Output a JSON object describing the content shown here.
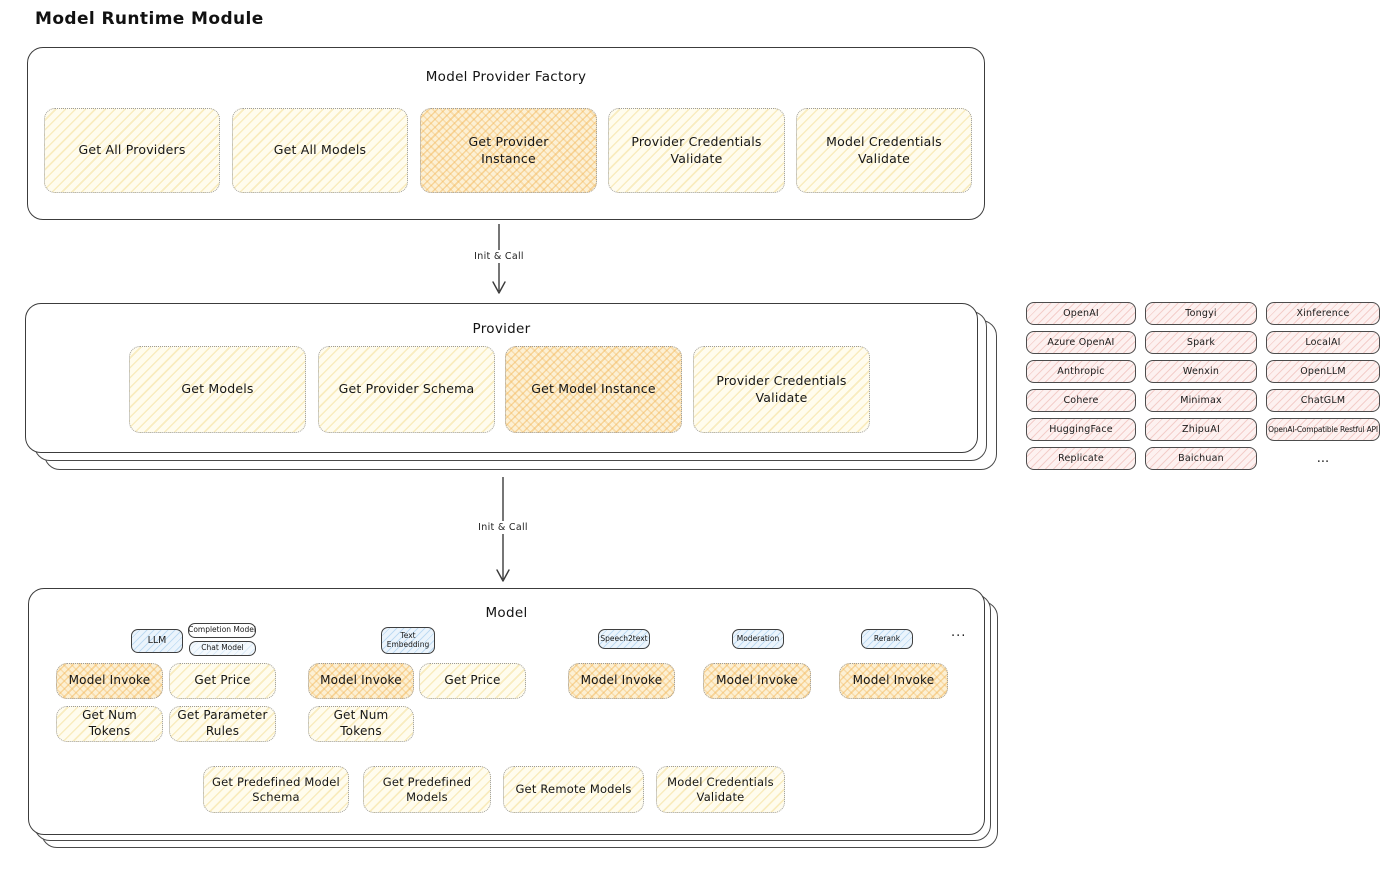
{
  "title": "Model Runtime Module",
  "palette": {
    "yellow_bg": "#FFFCEE",
    "yellow_hatch": "#F0D578",
    "orange_bg": "#FCF0D4",
    "orange_hatch": "#F2B75A",
    "pink_bg": "#FDF1F0",
    "pink_hatch": "#E8A39C",
    "blue_bg": "#EBF4FC",
    "blue_hatch": "#8ABDE7",
    "ink": "#1C1C1C",
    "outline": "#3C3C3C"
  },
  "factory": {
    "title": "Model Provider Factory",
    "buttons": [
      {
        "label": "Get All Providers",
        "highlight": false
      },
      {
        "label": "Get All Models",
        "highlight": false
      },
      {
        "label": "Get Provider Instance",
        "highlight": true
      },
      {
        "label": "Provider Credentials Validate",
        "highlight": false
      },
      {
        "label": "Model Credentials Validate",
        "highlight": false
      }
    ]
  },
  "arrow1": {
    "label": "Init & Call"
  },
  "arrow2": {
    "label": "Init & Call"
  },
  "provider": {
    "title": "Provider",
    "buttons": [
      {
        "label": "Get Models",
        "highlight": false
      },
      {
        "label": "Get Provider Schema",
        "highlight": false
      },
      {
        "label": "Get Model Instance",
        "highlight": true
      },
      {
        "label": "Provider Credentials Validate",
        "highlight": false
      }
    ]
  },
  "providers_panel": {
    "rows": [
      [
        "OpenAI",
        "Tongyi",
        "Xinference"
      ],
      [
        "Azure OpenAI",
        "Spark",
        "LocalAI"
      ],
      [
        "Anthropic",
        "Wenxin",
        "OpenLLM"
      ],
      [
        "Cohere",
        "Minimax",
        "ChatGLM"
      ],
      [
        "HuggingFace",
        "ZhipuAI",
        "OpenAI-Compatible Restful API"
      ],
      [
        "Replicate",
        "Baichuan"
      ]
    ],
    "more": "..."
  },
  "model": {
    "title": "Model",
    "tags": {
      "llm": "LLM",
      "completion": "Completion Model",
      "chat": "Chat Model",
      "text_embedding": "Text Embedding",
      "speech2text": "Speech2text",
      "moderation": "Moderation",
      "rerank": "Rerank",
      "more": "..."
    },
    "buttons": {
      "model_invoke": "Model Invoke",
      "get_price": "Get Price",
      "get_num_tokens": "Get Num Tokens",
      "get_parameter_rules": "Get Parameter Rules",
      "get_predefined_model_schema": "Get Predefined Model Schema",
      "get_predefined_models": "Get Predefined Models",
      "get_remote_models": "Get Remote Models",
      "model_credentials_validate": "Model Credentials Validate"
    }
  }
}
